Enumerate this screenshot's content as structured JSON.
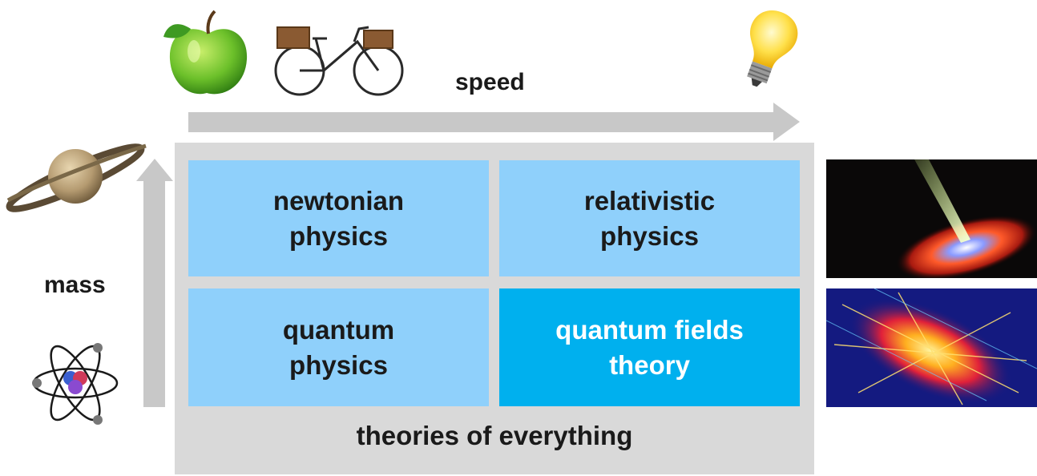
{
  "axes": {
    "speed_label": "speed",
    "mass_label": "mass"
  },
  "grid": {
    "top_left": "newtonian\nphysics",
    "top_right": "relativistic\nphysics",
    "bottom_left": "quantum\nphysics",
    "bottom_right": "quantum fields\ntheory"
  },
  "footer": "theories of everything",
  "colors": {
    "cell_light": "#8fd0fb",
    "cell_dark": "#00b0ee",
    "panel": "#d9d9d9",
    "arrow": "#c8c8c8"
  },
  "icons": {
    "top": [
      "apple-icon",
      "bicycle-icon",
      "lightbulb-icon"
    ],
    "left": [
      "planet-icon",
      "atom-icon"
    ],
    "right": [
      "black-hole-image",
      "particle-collision-image"
    ]
  }
}
